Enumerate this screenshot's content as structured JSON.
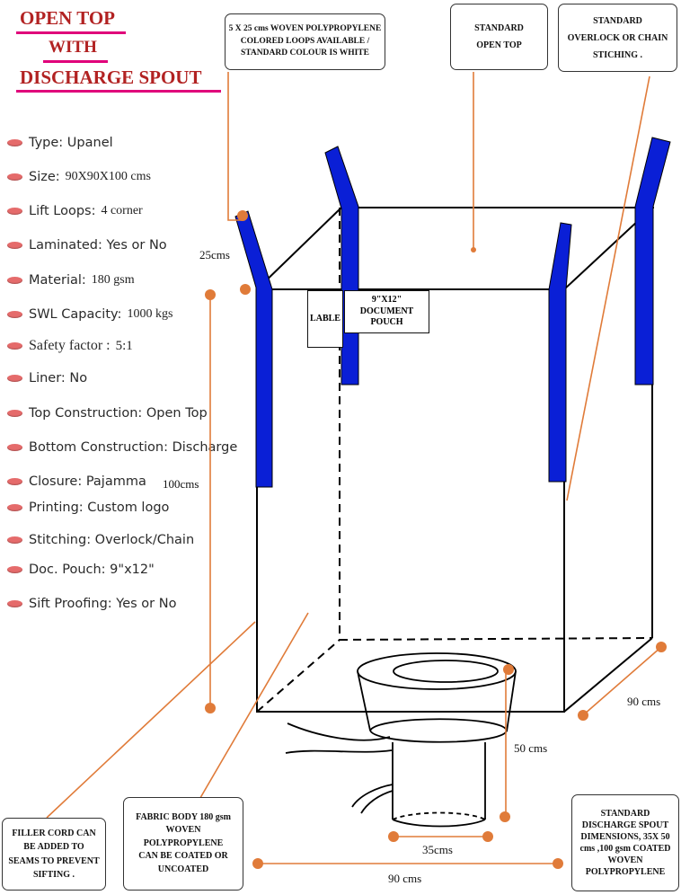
{
  "title": {
    "line1": "OPEN TOP",
    "line2": "WITH",
    "line3": "DISCHARGE SPOUT"
  },
  "specs": [
    {
      "label": "Type: Upanel",
      "value": ""
    },
    {
      "label": "Size:",
      "value": "90X90X100 cms"
    },
    {
      "label": "Lift Loops:",
      "value": "4 corner"
    },
    {
      "label": "Laminated: Yes or No",
      "value": ""
    },
    {
      "label": "Material:",
      "value": "180 gsm"
    },
    {
      "label": "SWL Capacity:",
      "value": "1000 kgs"
    },
    {
      "label": "Safety factor :",
      "value": "5:1"
    },
    {
      "label": "Liner: No",
      "value": ""
    },
    {
      "label": "Top Construction: Open Top",
      "value": ""
    },
    {
      "label": "Bottom Construction: Discharge",
      "value": ""
    },
    {
      "label": "Closure: Pajamma",
      "value": ""
    },
    {
      "label": "Printing: Custom logo",
      "value": ""
    },
    {
      "label": "Stitching: Overlock/Chain",
      "value": ""
    },
    {
      "label": "Doc. Pouch: 9\"x12\"",
      "value": ""
    },
    {
      "label": "Sift Proofing: Yes or No",
      "value": ""
    }
  ],
  "callouts": {
    "loops": "5 X 25 cms    WOVEN POLYPROPYLENE COLORED LOOPS AVAILABLE / STANDARD COLOUR IS WHITE",
    "open_top": "STANDARD OPEN TOP",
    "stitching": "STANDARD OVERLOCK OR CHAIN STICHING .",
    "filler": "FILLER CORD CAN BE ADDED TO SEAMS TO PREVENT SIFTING .",
    "fabric": "FABRIC BODY 180 gsm  WOVEN POLYPROPYLENE CAN BE COATED OR UNCOATED",
    "spout": "STANDARD DISCHARGE SPOUT DIMENSIONS, 35X 50 cms ,100 gsm COATED WOVEN POLYPROPYLENE"
  },
  "labels": {
    "lable": "LABLE",
    "pouch": "9\"X12\" DOCUMENT POUCH"
  },
  "dims": {
    "loop_len": "25cms",
    "height": "100cms",
    "depth": "90  cms",
    "spout_h": "50 cms",
    "spout_w": "35cms",
    "width": "90  cms"
  },
  "colors": {
    "loop": "#0a1fd6",
    "leader": "#e07b39",
    "bullet": "#e56b6b",
    "title": "#b22222"
  }
}
